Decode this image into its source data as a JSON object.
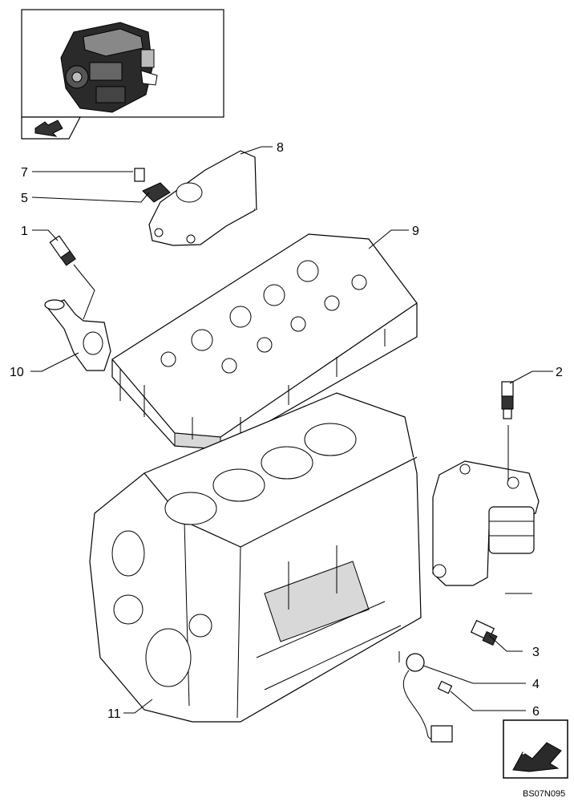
{
  "diagram": {
    "callouts": [
      {
        "id": "1",
        "label": "1"
      },
      {
        "id": "2",
        "label": "2"
      },
      {
        "id": "3",
        "label": "3"
      },
      {
        "id": "4",
        "label": "4"
      },
      {
        "id": "5",
        "label": "5"
      },
      {
        "id": "6",
        "label": "6"
      },
      {
        "id": "7",
        "label": "7"
      },
      {
        "id": "8",
        "label": "8"
      },
      {
        "id": "9",
        "label": "9"
      },
      {
        "id": "10",
        "label": "10"
      },
      {
        "id": "11",
        "label": "11"
      }
    ],
    "reference_code": "BS07N095",
    "nav_icons": [
      "engine-thumbnail-icon",
      "return-arrow-icon",
      "next-page-arrow-icon"
    ]
  }
}
